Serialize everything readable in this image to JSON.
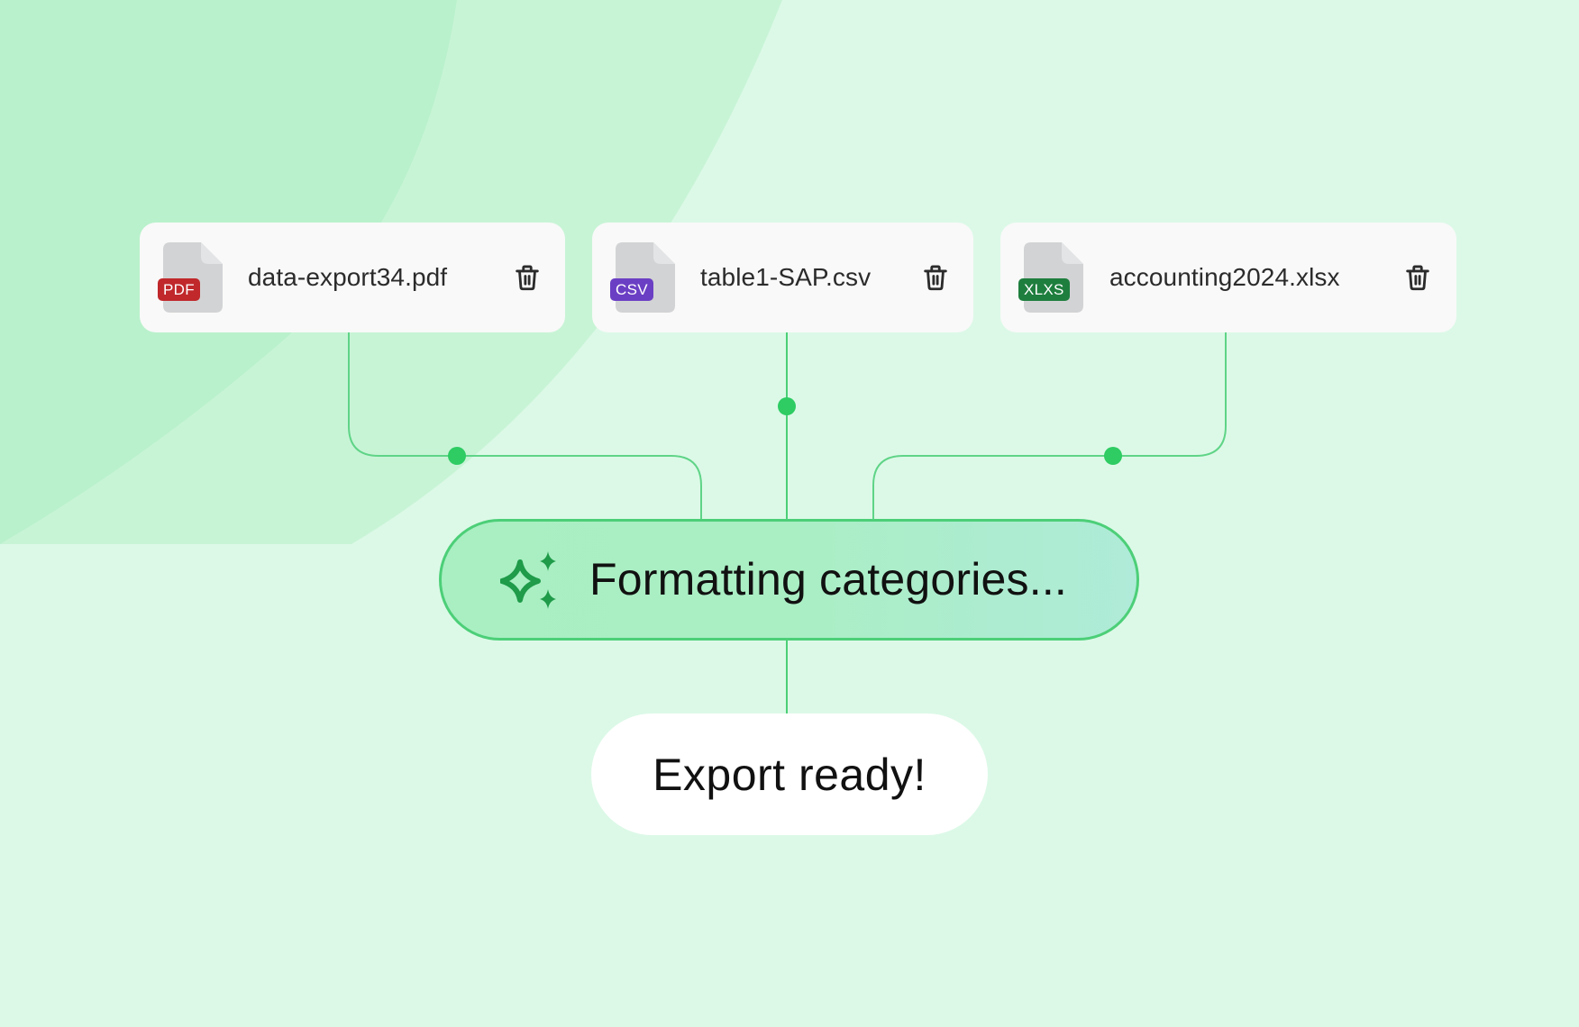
{
  "colors": {
    "background": "#dcf9e7",
    "accent": "#2ecc63",
    "line": "#4ccf78",
    "pdf_badge": "#c0282b",
    "csv_badge": "#6b3fc4",
    "xlsx_badge": "#1e7e3e"
  },
  "files": [
    {
      "name": "data-export34.pdf",
      "badge": "PDF",
      "icon": "file-pdf-icon",
      "delete_icon": "trash-icon"
    },
    {
      "name": "table1-SAP.csv",
      "badge": "CSV",
      "icon": "file-csv-icon",
      "delete_icon": "trash-icon"
    },
    {
      "name": "accounting2024.xlsx",
      "badge": "XLXS",
      "icon": "file-xlsx-icon",
      "delete_icon": "trash-icon"
    }
  ],
  "process": {
    "icon": "sparkle-icon",
    "label": "Formatting categories..."
  },
  "result": {
    "label": "Export ready!"
  }
}
